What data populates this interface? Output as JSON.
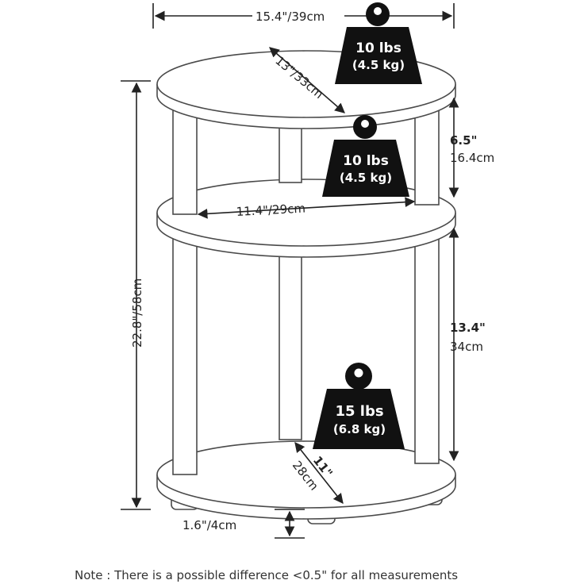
{
  "dimensions": {
    "top_width": "15.4\"/39cm",
    "top_diagonal": "13\"/33cm",
    "middle_width": "11.4\"/29cm",
    "upper_gap_in": "6.5\"",
    "upper_gap_cm": "16.4cm",
    "lower_gap_in": "13.4\"",
    "lower_gap_cm": "34cm",
    "total_height": "22.8\"/58cm",
    "bottom_depth_in": "11\"",
    "bottom_depth_cm": "28cm",
    "foot_height": "1.6\"/4cm"
  },
  "weights": {
    "top": {
      "lbs": "10 lbs",
      "kg": "(4.5 kg)"
    },
    "middle": {
      "lbs": "10 lbs",
      "kg": "(4.5 kg)"
    },
    "bottom": {
      "lbs": "15 lbs",
      "kg": "(6.8 kg)"
    }
  },
  "note": "Note : There is a possible difference <0.5\" for all measurements",
  "colors": {
    "line": "#4a4a4a",
    "weight_fill": "#111111",
    "text": "#222222"
  }
}
